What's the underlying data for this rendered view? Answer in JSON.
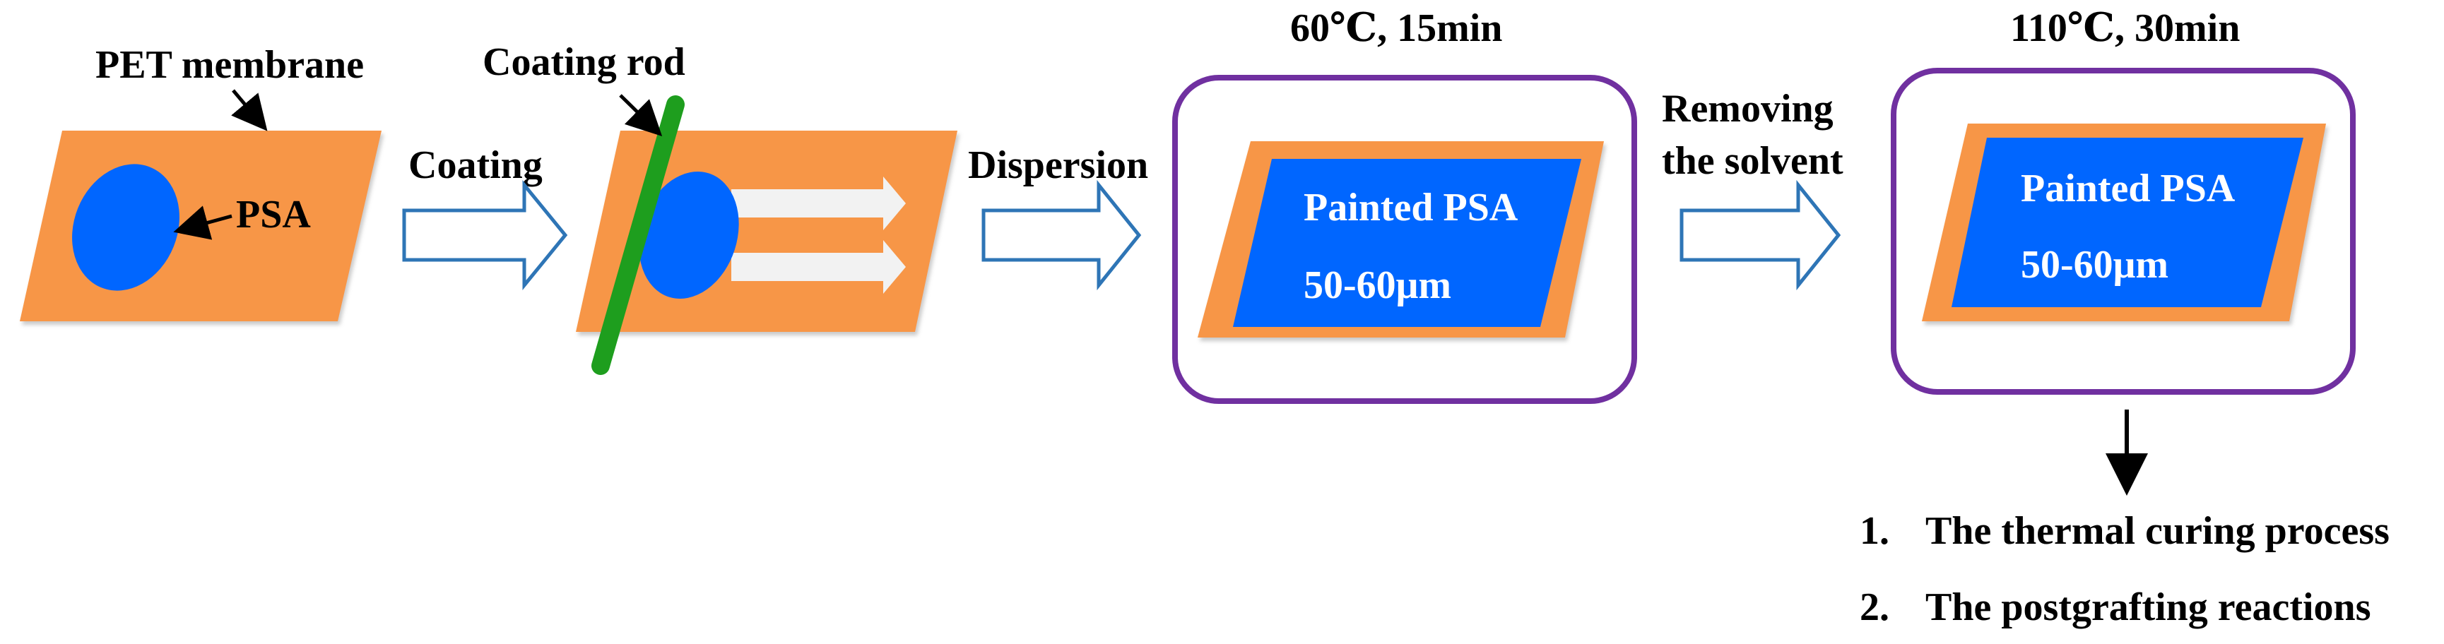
{
  "labels": {
    "pet_membrane": "PET membrane",
    "psa": "PSA",
    "coating_rod": "Coating rod",
    "coating": "Coating",
    "dispersion": "Dispersion",
    "removing_line1": "Removing",
    "removing_line2": "the solvent"
  },
  "stage3": {
    "condition": "60℃, 15min",
    "painted": "Painted PSA",
    "thickness": "50-60μm"
  },
  "stage4": {
    "condition": "110℃, 30min",
    "painted": "Painted PSA",
    "thickness": "50-60μm"
  },
  "outcomes": [
    {
      "num": "1.",
      "text": "The thermal curing process"
    },
    {
      "num": "2.",
      "text": "The postgrafting reactions"
    }
  ],
  "colors": {
    "membrane_orange": "#F79646",
    "psa_blue": "#0066FF",
    "rod_green": "#1E9E1E",
    "frame_purple": "#7030A0",
    "process_arrow_outline": "#2E75B6"
  }
}
